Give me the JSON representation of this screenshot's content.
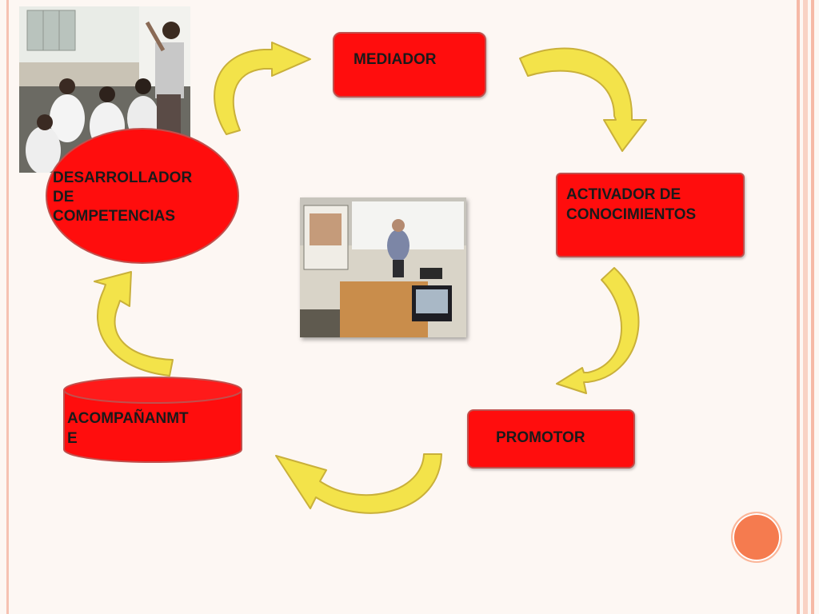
{
  "nodes": {
    "mediador": "MEDIADOR",
    "activador": [
      "ACTIVADOR DE",
      "CONOCIMIENTOS"
    ],
    "promotor": "PROMOTOR",
    "acompanamiento": [
      "ACOMPAÑANMT",
      "E"
    ],
    "desarrollador": [
      "DESARROLLADOR",
      "DE",
      "COMPETENCIAS"
    ]
  },
  "images": {
    "classroom_photo": "classroom-students-raising-hands-photo",
    "presentation_photo": "teacher-presenting-in-lab-photo"
  },
  "colors": {
    "node_fill": "#ff0d0d",
    "node_border": "#c0504d",
    "arrow_fill": "#f3e34a",
    "arrow_border": "#c9b03a",
    "edge_stripe": "#f6b9a6",
    "accent_dot": "#f57b4f"
  }
}
